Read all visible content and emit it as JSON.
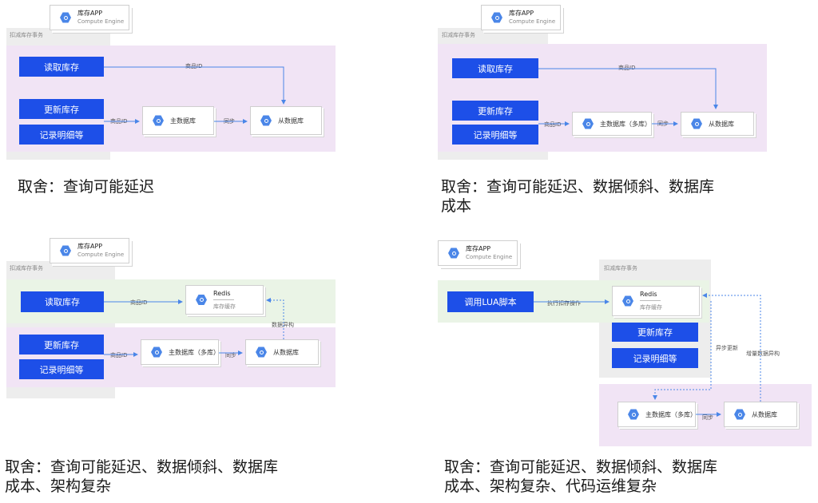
{
  "app": {
    "title": "库存APP",
    "subtitle": "Compute Engine",
    "icon": "compute-engine-icon"
  },
  "labels": {
    "txn": "扣减库存事务",
    "read": "读取库存",
    "update": "更新库存",
    "record": "记录明细等",
    "lua": "调用LUA脚本",
    "master": "主数据库",
    "master_multi": "主数据库（多库）",
    "slave": "从数据库",
    "redis": "Redis",
    "redis_cache": "库存缓存",
    "product_id": "商品ID",
    "sync": "同步",
    "data_sync": "数据异构",
    "exec_deduct": "执行扣存操作",
    "async_update": "异步更新",
    "sync_hetero": "增量数据异构"
  },
  "captions": {
    "q1": [
      "取舍：查询可能延迟"
    ],
    "q2": [
      "取舍：查询可能延迟、数据倾斜、数据库",
      "成本"
    ],
    "q3": [
      "取舍：查询可能延迟、数据倾斜、数据库",
      "成本、架构复杂"
    ],
    "q4": [
      "取舍：查询可能延迟、数据倾斜、数据库",
      "成本、架构复杂、代码运维复杂"
    ]
  },
  "colors": {
    "accent": "#1d4fe8",
    "purple": "#f1e4f5",
    "gray": "#ededed",
    "green": "#eaf4e6",
    "arrow": "#4a86e8"
  }
}
